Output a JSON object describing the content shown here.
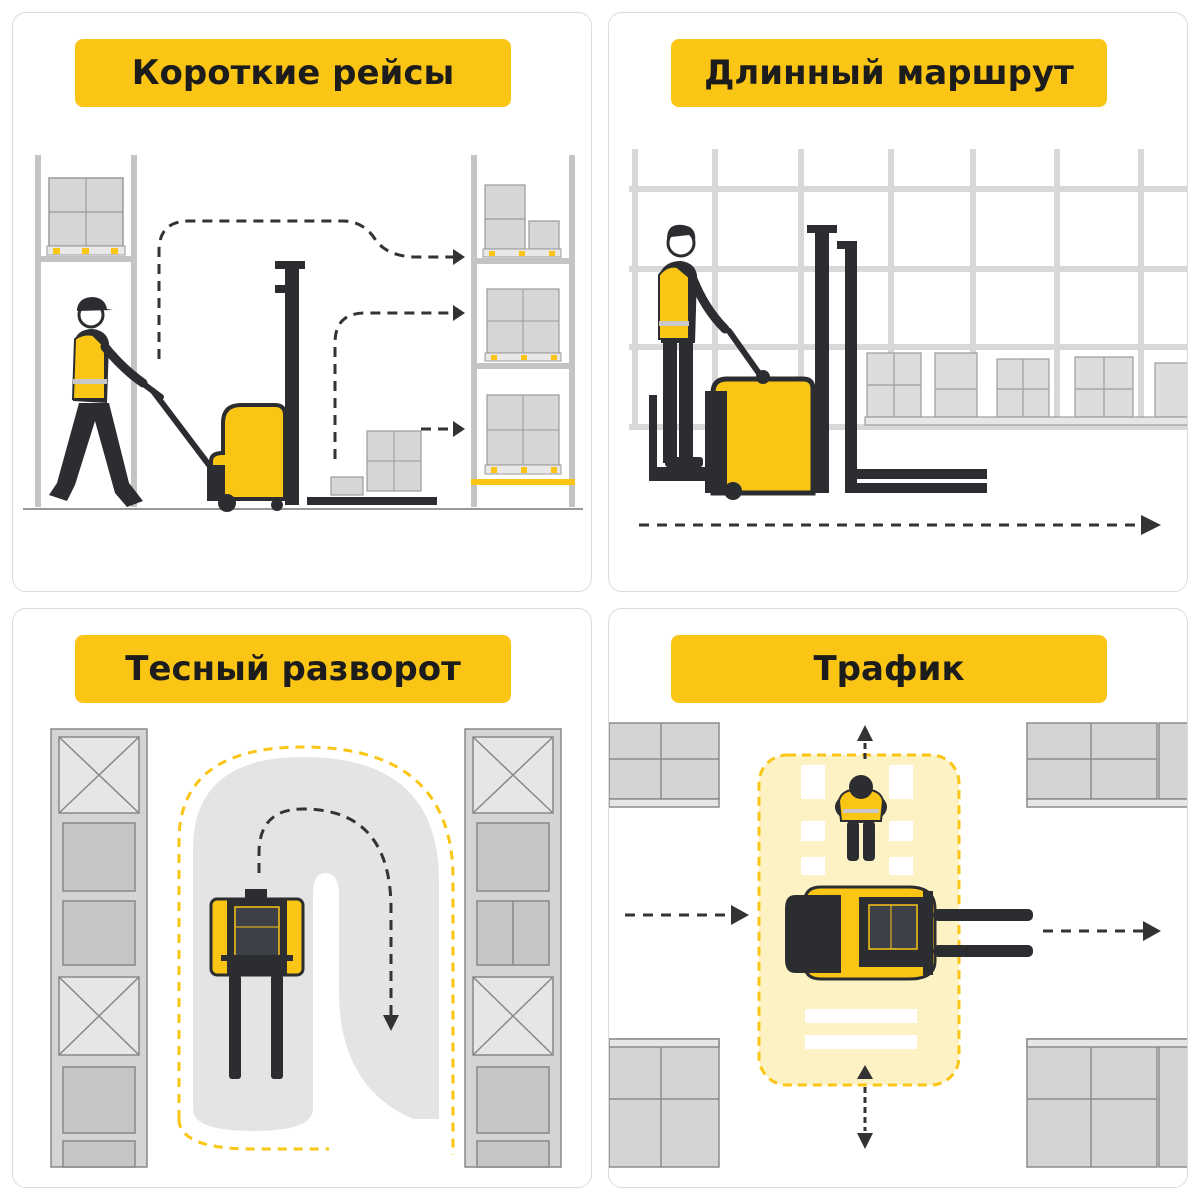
{
  "panels": [
    {
      "title": "Короткие рейсы"
    },
    {
      "title": "Длинный маршрут"
    },
    {
      "title": "Тесный разворот"
    },
    {
      "title": "Трафик"
    }
  ],
  "colors": {
    "accent_yellow": "#fbc515",
    "dark": "#2b2d31",
    "shelf_gray": "#c9c9c9",
    "box_gray": "#d6d6d6",
    "aisle_gray": "#e4e4e4"
  },
  "icons": [
    "forklift-icon",
    "stacker-icon",
    "worker-icon",
    "pallet-icon",
    "rack-icon",
    "arrow-icon"
  ]
}
